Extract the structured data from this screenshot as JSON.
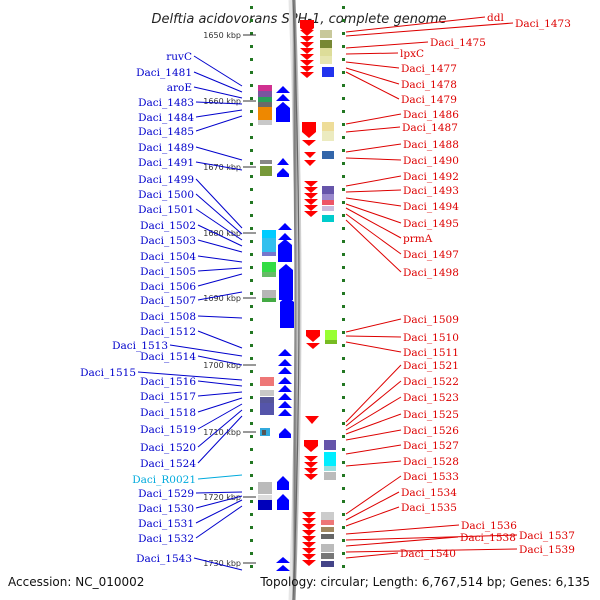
{
  "title": "Delftia acidovorans SPH-1, complete genome",
  "accession": "Accession: NC_010002",
  "topology": "Topology: circular; Length: 6,767,514 bp; Genes: 6,135",
  "colors": {
    "left_label": "#0000cc",
    "right_label": "#dd0000",
    "rna_label": "#00aadd",
    "forward_arrow": "#0000ff",
    "reverse_arrow": "#ff0000",
    "tick": "#227722"
  },
  "scale_marks": [
    "1650 kbp",
    "1660 kbp",
    "1670 kbp",
    "1680 kbp",
    "1690 kbp",
    "1700 kbp",
    "1710 kbp",
    "1720 kbp",
    "1730 kbp"
  ],
  "left_labels": [
    {
      "text": "ruvC",
      "kind": "gene"
    },
    {
      "text": "Daci_1481",
      "kind": "gene"
    },
    {
      "text": "aroE",
      "kind": "gene"
    },
    {
      "text": "Daci_1483",
      "kind": "gene"
    },
    {
      "text": "Daci_1484",
      "kind": "gene"
    },
    {
      "text": "Daci_1485",
      "kind": "gene"
    },
    {
      "text": "Daci_1489",
      "kind": "gene"
    },
    {
      "text": "Daci_1491",
      "kind": "gene"
    },
    {
      "text": "Daci_1499",
      "kind": "gene"
    },
    {
      "text": "Daci_1500",
      "kind": "gene"
    },
    {
      "text": "Daci_1501",
      "kind": "gene"
    },
    {
      "text": "Daci_1502",
      "kind": "gene"
    },
    {
      "text": "Daci_1503",
      "kind": "gene"
    },
    {
      "text": "Daci_1504",
      "kind": "gene"
    },
    {
      "text": "Daci_1505",
      "kind": "gene"
    },
    {
      "text": "Daci_1506",
      "kind": "gene"
    },
    {
      "text": "Daci_1507",
      "kind": "gene"
    },
    {
      "text": "Daci_1508",
      "kind": "gene"
    },
    {
      "text": "Daci_1512",
      "kind": "gene"
    },
    {
      "text": "Daci_1513",
      "kind": "gene"
    },
    {
      "text": "Daci_1514",
      "kind": "gene"
    },
    {
      "text": "Daci_1515",
      "kind": "gene"
    },
    {
      "text": "Daci_1516",
      "kind": "gene"
    },
    {
      "text": "Daci_1517",
      "kind": "gene"
    },
    {
      "text": "Daci_1518",
      "kind": "gene"
    },
    {
      "text": "Daci_1519",
      "kind": "gene"
    },
    {
      "text": "Daci_1520",
      "kind": "gene"
    },
    {
      "text": "Daci_1524",
      "kind": "gene"
    },
    {
      "text": "Daci_R0021",
      "kind": "rna"
    },
    {
      "text": "Daci_1529",
      "kind": "gene"
    },
    {
      "text": "Daci_1530",
      "kind": "gene"
    },
    {
      "text": "Daci_1531",
      "kind": "gene"
    },
    {
      "text": "Daci_1532",
      "kind": "gene"
    },
    {
      "text": "Daci_1543",
      "kind": "gene"
    }
  ],
  "right_labels": [
    {
      "text": "ddl"
    },
    {
      "text": "Daci_1473"
    },
    {
      "text": "Daci_1475"
    },
    {
      "text": "lpxC"
    },
    {
      "text": "Daci_1477"
    },
    {
      "text": "Daci_1478"
    },
    {
      "text": "Daci_1479"
    },
    {
      "text": "Daci_1486"
    },
    {
      "text": "Daci_1487"
    },
    {
      "text": "Daci_1488"
    },
    {
      "text": "Daci_1490"
    },
    {
      "text": "Daci_1492"
    },
    {
      "text": "Daci_1493"
    },
    {
      "text": "Daci_1494"
    },
    {
      "text": "Daci_1495"
    },
    {
      "text": "prmA"
    },
    {
      "text": "Daci_1497"
    },
    {
      "text": "Daci_1498"
    },
    {
      "text": "Daci_1509"
    },
    {
      "text": "Daci_1510"
    },
    {
      "text": "Daci_1511"
    },
    {
      "text": "Daci_1521"
    },
    {
      "text": "Daci_1522"
    },
    {
      "text": "Daci_1523"
    },
    {
      "text": "Daci_1525"
    },
    {
      "text": "Daci_1526"
    },
    {
      "text": "Daci_1527"
    },
    {
      "text": "Daci_1528"
    },
    {
      "text": "Daci_1533"
    },
    {
      "text": "Daci_1534"
    },
    {
      "text": "Daci_1535"
    },
    {
      "text": "Daci_1536"
    },
    {
      "text": "Daci_1537"
    },
    {
      "text": "Daci_1538"
    },
    {
      "text": "Daci_1539"
    },
    {
      "text": "Daci_1540"
    }
  ]
}
